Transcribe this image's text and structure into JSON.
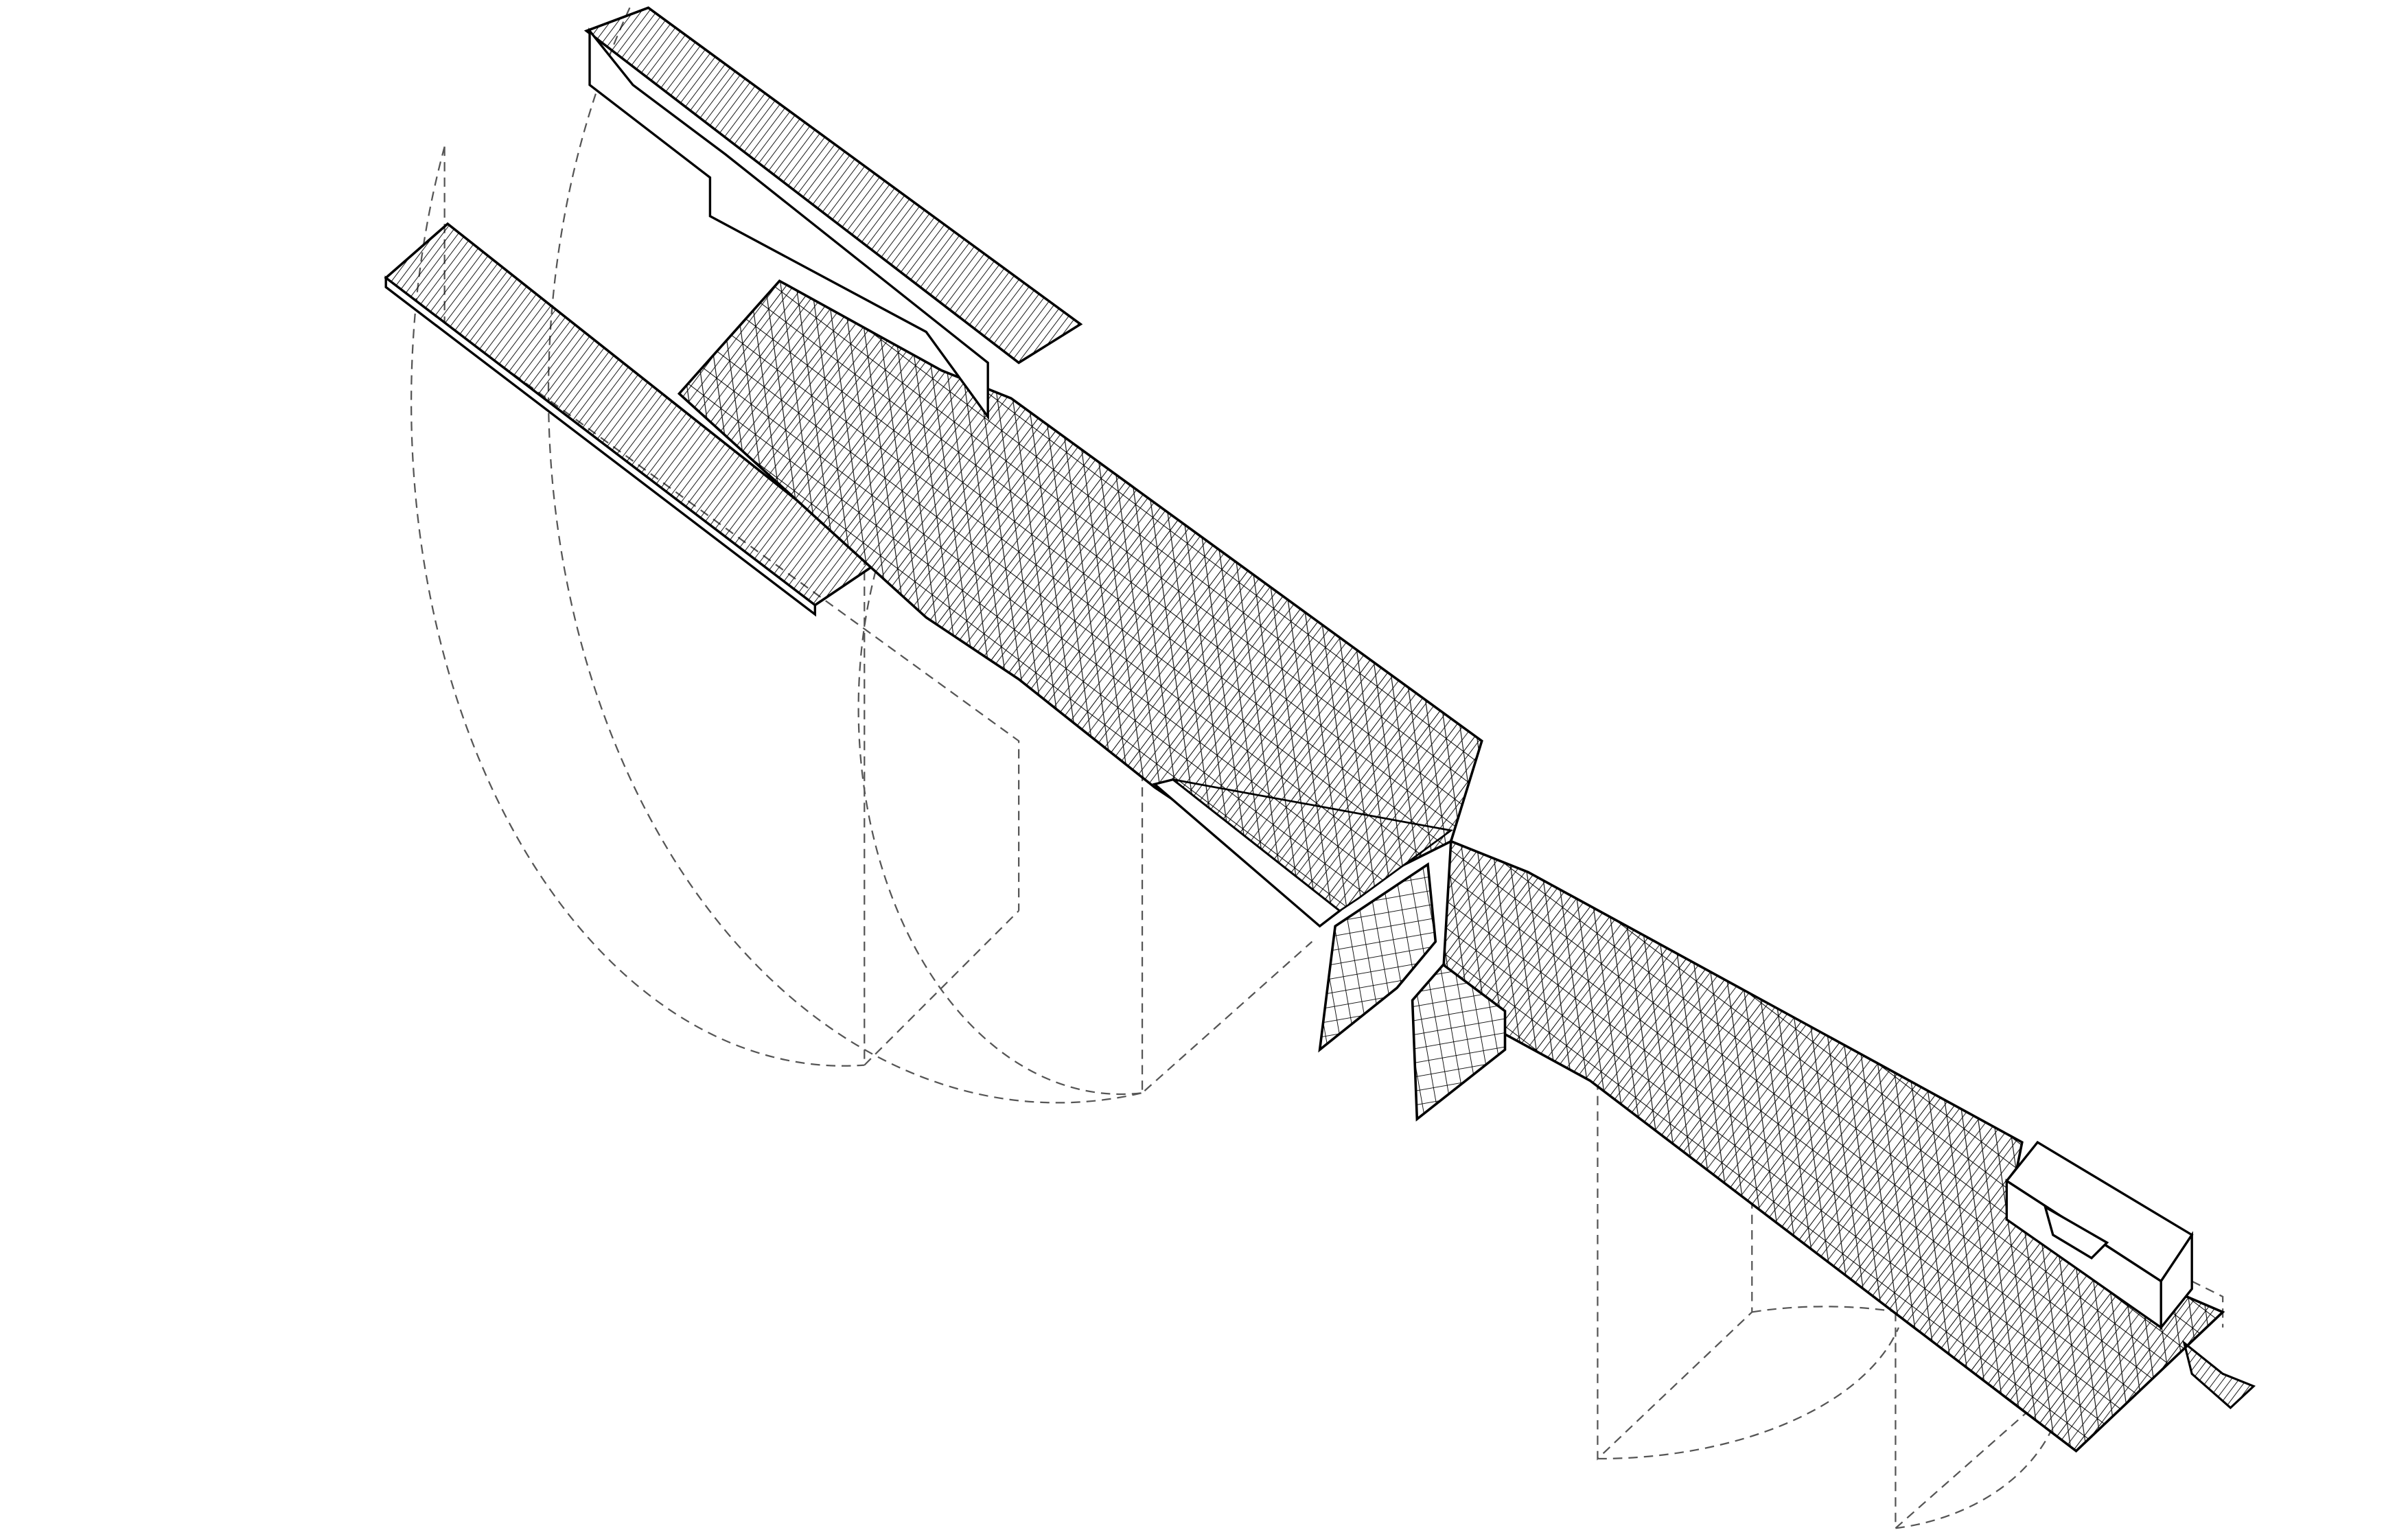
{
  "drawing": {
    "type": "axonometric architectural diagram",
    "line_color": "#000000",
    "background": "#ffffff",
    "icons": [
      "roof-slab",
      "deck-mesh",
      "hanging-panel",
      "dashed-rotation-arc",
      "small-pavilion"
    ]
  }
}
